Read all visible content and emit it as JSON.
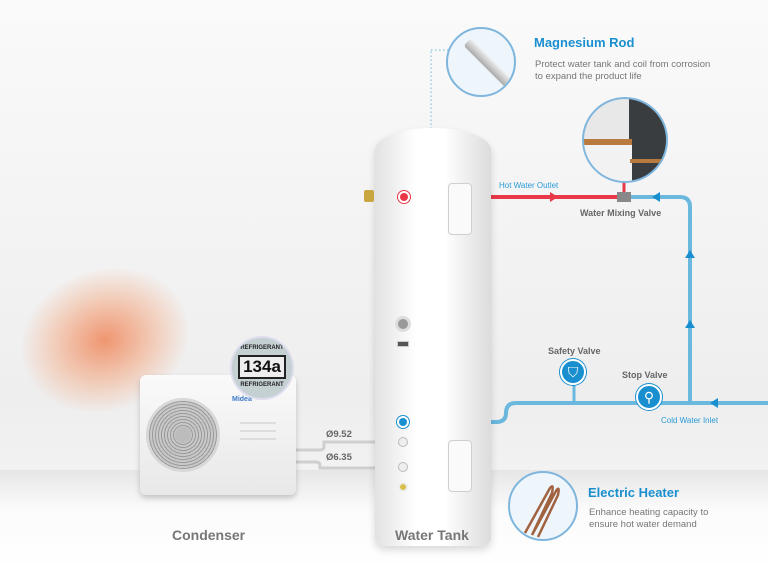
{
  "magnesium_rod": {
    "title": "Magnesium Rod",
    "description_line1": "Protect water tank and coil from corrosion",
    "description_line2": "to expand the product life"
  },
  "electric_heater": {
    "title": "Electric Heater",
    "description_line1": "Enhance heating capacity to",
    "description_line2": "ensure hot water demand"
  },
  "labels": {
    "hot_water_outlet": "Hot Water Outlet",
    "water_mixing_valve": "Water Mixing Valve",
    "safety_valve": "Safety Valve",
    "stop_valve": "Stop Valve",
    "cold_water_inlet": "Cold Water Inlet",
    "pipe_large": "Ø9.52",
    "pipe_small": "Ø6.35",
    "condenser": "Condenser",
    "water_tank": "Water Tank"
  },
  "badge": {
    "refrigerant_top": "REFRIGERANT",
    "code": "134a",
    "refrigerant_bottom": "REFRIGERANT"
  },
  "brand": "Midea",
  "colors": {
    "hot": "#e8384a",
    "cold": "#6bb8de",
    "accent": "#1a8fd0"
  }
}
